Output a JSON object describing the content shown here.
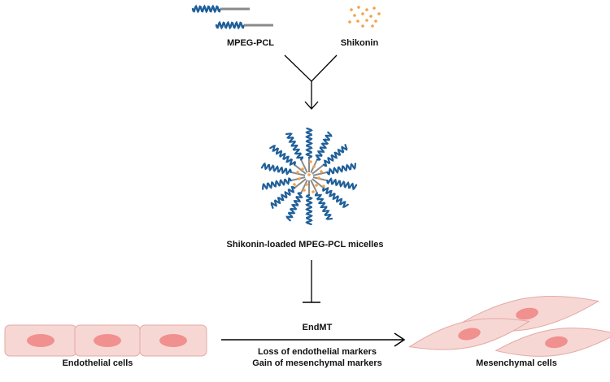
{
  "labels": {
    "polymer": "MPEG-PCL",
    "drug": "Shikonin",
    "micelle": "Shikonin-loaded MPEG-PCL micelles",
    "process": "EndMT",
    "effect_line1": "Loss of endothelial markers",
    "effect_line2": "Gain of mesenchymal markers",
    "left_cells": "Endothelial cells",
    "right_cells": "Mesenchymal cells"
  },
  "colors": {
    "peg_chain": "#1f5f99",
    "pcl_chain": "#8a8a8a",
    "drug_dots": "#f2a24b",
    "cell_body": "#f7d7d4",
    "cell_border": "#e2aaa6",
    "nucleus": "#f0908f",
    "arrow": "#000000"
  },
  "icons": {
    "polymer_chain": "wavy-polymer-icon",
    "drug": "drug-dots-icon",
    "micelle": "micelle-icon",
    "inhibition": "inhibition-arrow-icon"
  }
}
